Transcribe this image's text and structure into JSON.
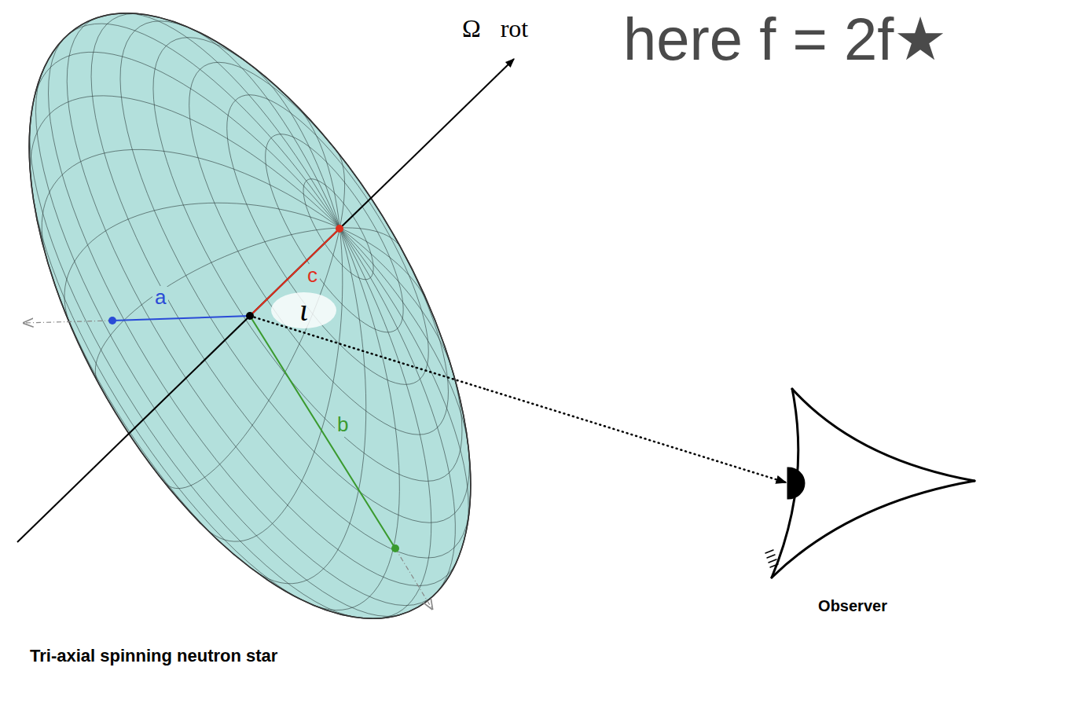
{
  "diagram": {
    "nodes": [
      {
        "text": [
          "Tri-axial spinning neutron star"
        ]
      },
      {
        "text": [
          "Observer"
        ]
      }
    ],
    "edges": [
      {
        "from": 0,
        "to": 1,
        "arrow": "to"
      }
    ],
    "labels": [
      "Ω⃗rot",
      "here f = 2f★",
      "c",
      "a",
      "ι",
      "b"
    ]
  }
}
